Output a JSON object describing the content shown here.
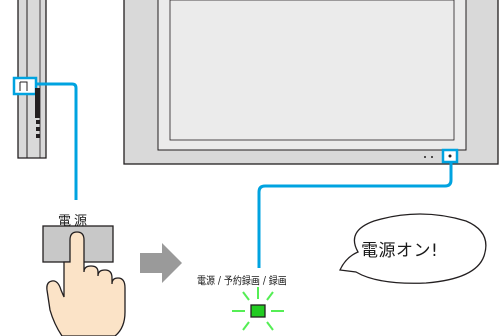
{
  "labels": {
    "power_button": "電源",
    "indicator": "電源 / 予約録画 / 録画",
    "speech": "電源オン!"
  },
  "colors": {
    "callout_line": "#00a3e0",
    "tv_frame_fill": "#d9d9d9",
    "tv_screen_fill": "#ebebeb",
    "outline": "#231f20",
    "button_fill": "#c8c8c8",
    "arrow": "#9a9a9a",
    "hand_fill": "#fbe3c7",
    "led_green": "#22cc22",
    "led_rays": "#55ee55"
  },
  "icons": {
    "hand": "hand-pointing-icon",
    "arrow": "right-arrow-icon",
    "led": "power-led-icon"
  }
}
